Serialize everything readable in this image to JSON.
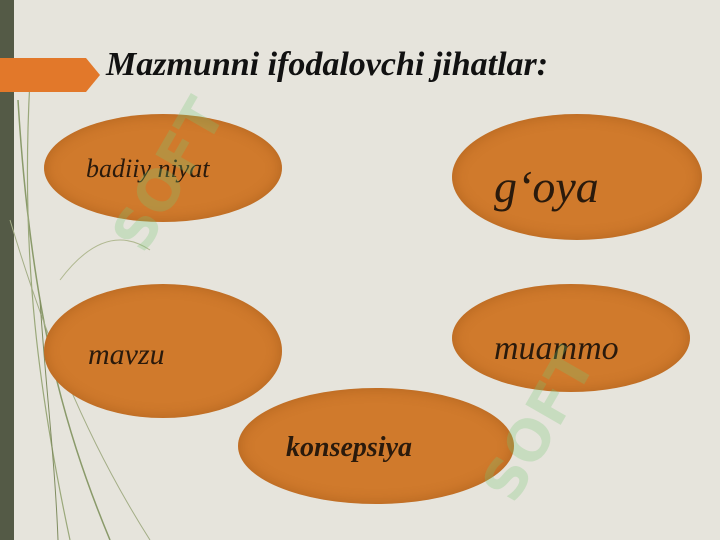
{
  "slide": {
    "title": "Mazmunni ifodalovchi jihatlar:"
  },
  "ovals": {
    "badiiy_niyat": "badiiy niyat",
    "goya": "g‘oya",
    "mavzu": "mavzu",
    "muammo": "muammo",
    "konsepsiya": "konsepsiya"
  },
  "colors": {
    "background": "#e6e4dc",
    "oval_fill": "#d07a2c",
    "title_tab": "#e2782a",
    "left_bar": "#545a46"
  }
}
